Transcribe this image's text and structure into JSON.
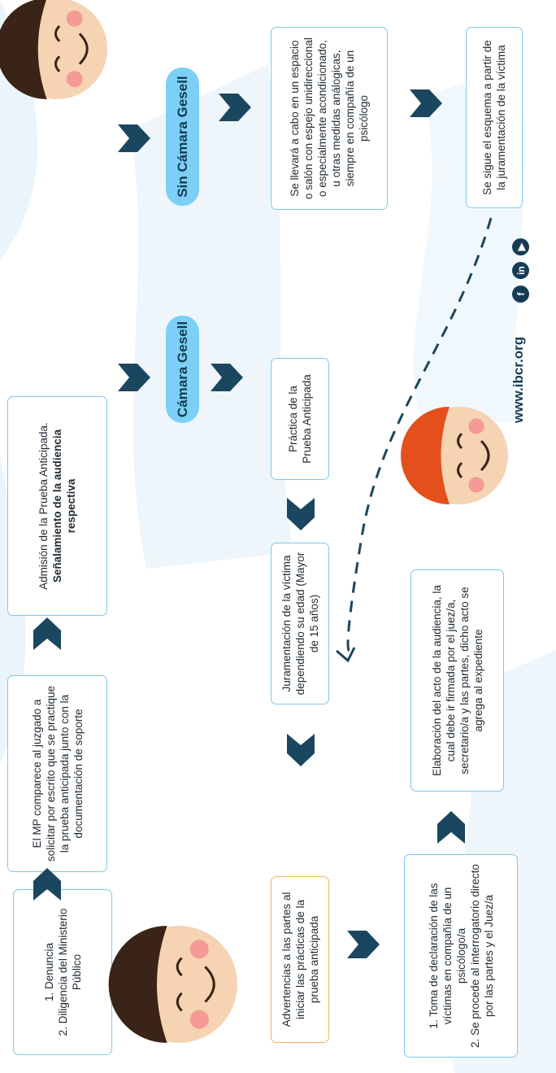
{
  "steps": {
    "denuncia": {
      "line1": "1. Denuncia",
      "line2": "2. Diligencia del Ministerio Público"
    },
    "comparece": "El MP comparece al juzgado a solicitar por escrito que se practique la prueba anticipada junto con la documentación de soporte",
    "admision": {
      "text": "Admisión de la Prueba Anticipada.",
      "bold": "Señalamiento de la audiencia respectiva"
    },
    "practica": "Práctica de la Prueba Anticipada",
    "sin_camara_desc": "Se llevará a cabo en un espacio o salón con espejo unidireccional o especialmente acondicionado, u otras medidas análogicas, siempre en compañía de un psicólogo",
    "esquema": "Se sigue el esquema a partir de la juramentación de la víctima",
    "juramentacion": "Juramentación de la víctima dependiendo su edad (Mayor de 15 años)",
    "advertencias": "Advertencias a las partes al iniciar las prácticas de la prueba anticipada",
    "toma": {
      "line1": "1. Toma de declaración de las víctimas en compañía de un psicólogo/a",
      "line2": "2. Se procede al interrogatorio directo por las partes y el Juez/a"
    },
    "elaboracion": "Elaboración del acto de la audiencia, la cual debe ir firmada por el juez/a, secretario/a y las partes, dicho acto se agrega al expediente"
  },
  "labels": {
    "camara": "Cámara Gesell",
    "sin_camara": "Sin Cámara Gesell"
  },
  "footer": {
    "url": "www.ibcr.org",
    "icons": [
      "facebook-icon",
      "linkedin-icon",
      "youtube-icon"
    ],
    "facebook_glyph": "f",
    "linkedin_glyph": "in",
    "youtube_glyph": "▶"
  },
  "colors": {
    "arrow": "#1b4660",
    "box_border": "#7fc8ee",
    "pill": "#7ccff7",
    "orange_border": "#f3b35a"
  }
}
